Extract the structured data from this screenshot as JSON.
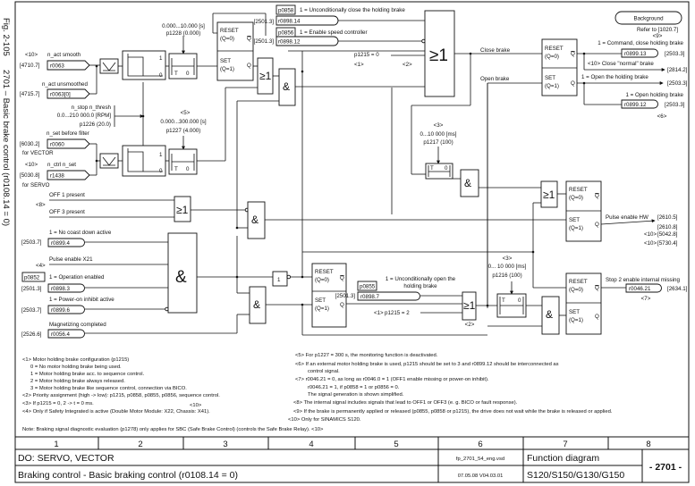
{
  "side": {
    "fig": "Fig. 2-105",
    "title": "2701 – Basic brake control (r0108.14 = 0)"
  },
  "inputs": {
    "n_act_smooth": {
      "note": "<10>",
      "label": "n_act smooth",
      "ref": "[4710.7]",
      "param": "r0063"
    },
    "n_act_unsmoothed": {
      "label": "n_act unsmoothed",
      "ref": "[4715.7]",
      "param": "r0063[0]"
    },
    "n_stop": {
      "label": "n_stop n_thresh",
      "range": "0.0...210 000.0 [RPM]",
      "param": "p1226 (20.0)"
    },
    "n_set": {
      "label": "n_set before filter",
      "ref": "[6030.2]",
      "param": "r0060",
      "for": "for VECTOR"
    },
    "n_ctrl": {
      "note": "<10>",
      "label": "n_ctrl n_set",
      "ref": "[5030.8]",
      "param": "r1438",
      "for": "for SERVO"
    },
    "off1": "OFF 1 present",
    "off3": "OFF 3 present",
    "off_note": "<8>",
    "coast": {
      "label": "1 = No coast down active",
      "ref": "[2503.7]",
      "param": "r0899.4"
    },
    "x21": {
      "note": "<4>",
      "label": "Pulse enable X21"
    },
    "op": {
      "p": "p0852",
      "label": "1 = Operation enabled",
      "ref": "[2501.3]",
      "param": "r0898.3"
    },
    "poi": {
      "label": "1 = Power-on inhibit active",
      "ref": "[2503.7]",
      "param": "r0899.6"
    },
    "mag": {
      "label": "Magnetizing completed",
      "ref": "[2526.6]",
      "param": "r0056.4"
    }
  },
  "timers": {
    "t1228": {
      "range": "0.000...10.000 [s]",
      "param": "p1228 (0.000)"
    },
    "t1227": {
      "note": "<5>",
      "range": "0.000...300.000 [s]",
      "param": "p1227 (4.000)"
    },
    "t1217": {
      "note": "<3>",
      "range": "0...10 000 [ms]",
      "param": "p1217 (100)"
    },
    "t1216": {
      "note": "<3>",
      "range": "0... 10 000 [ms]",
      "param": "p1216 (100)"
    },
    "T": "T",
    "zero": "0"
  },
  "top": {
    "p0858": "p0858",
    "p0858_label": "1 = Unconditionally close the holding brake",
    "ref1": "[2501.3]",
    "r0898_14": "r0898.14",
    "p0856": "p0856",
    "p0856_label": "1 = Enable speed controller",
    "ref2": "[2501.3]",
    "r0898_12": "r0898.12",
    "p1215_0": "p1215 = 0",
    "n1": "<1>",
    "n2": "<2>"
  },
  "gates": {
    "or": "≥1",
    "and": "&",
    "not": "1",
    "reset": "RESET",
    "reset_q": "(Q=0)",
    "set": "SET",
    "set_q": "(Q=1)",
    "q": "Q",
    "qbar": "Q",
    "hi": "1",
    "lo": "0"
  },
  "brake": {
    "close": "Close brake",
    "open": "Open brake",
    "background": "Background",
    "refer": "Refer to [1020.7]",
    "n9": "<9>",
    "cmd_close": "1 = Command, close holding brake",
    "r0899_13": "r0899.13",
    "ref_a": "[2503.3]",
    "close_normal": "<10> Close \"normal\" brake",
    "ref_b": "[2814.2]",
    "open_label": "1 = Open the holding brake",
    "ref_c": "[2503.3]",
    "open_hold": "1 = Open holding brake",
    "r0899_12": "r0899.12",
    "ref_d": "[2503.3]",
    "n6": "<6>"
  },
  "pulse": {
    "label": "Pulse enable HW",
    "refs": [
      "[2610.5]",
      "[2610.8]",
      "[5042.8]",
      "[5730.4]"
    ],
    "n10": "<10>"
  },
  "lower": {
    "p0855": "p0855",
    "p0855_label1": "1 = Unconditionally open the",
    "p0855_label2": "holding brake",
    "ref": "[2501.3]",
    "r0898_7": "r0898.7",
    "p1215_2": "p1215 = 2",
    "n1": "<1>",
    "n2": "<2>",
    "stop2": "Stop 2 enable internal missing",
    "r0046_21": "r0046.21",
    "ref_out": "[2634.1]",
    "n7": "<7>"
  },
  "notes": {
    "left": [
      "<1> Motor holding brake configuration (p1215)",
      "0 = No motor holding brake being used.",
      "1 = Motor holding brake acc. to sequence control.",
      "2 = Motor holding brake always released.",
      "3 = Motor holding brake like sequence control, connection via BICO.",
      "<2> Priority assignment (high -> low): p1215, p0858, p0855, p0856, sequence control.",
      "<3> If p1215 = 0, 2 -> t = 0 ms.",
      "<4> Only if Safety Integrated is active (Double Motor Module: X22, Chassis: X41)."
    ],
    "n10_mid": "<10>",
    "right": [
      "<5> For p1227 = 300 s, the monitoring function is deactivated.",
      "<6> If an external motor holding brake is used, p1215 should be set to 3 and r0899.12 should be interconnected as",
      "control signal.",
      "<7> r0046.21 = 0, as long as r0046.0 = 1 (OFF1 enable missing or power-on inhibit).",
      "r0046.21 = 1, if p0858 = 1 or p0856 = 0.",
      "The signal generation is shown simplified.",
      "<8> The internal signal includes signals that lead to OFF1 or OFF3 (e. g. BICO or fault response).",
      "<9> If the brake is permanently applied or released (p0855, p0858 or p1215), the drive does not wait while the brake is released or applied.",
      "<10> Only for SINAMICS S120."
    ],
    "footnote": "Note: Braking signal diagnostic evaluation (p1278) only applies for SBC (Safe Brake Control) (controls the Safe Brake Relay). <10>"
  },
  "footer": {
    "columns": [
      "1",
      "2",
      "3",
      "4",
      "5",
      "6",
      "7",
      "8"
    ],
    "do": "DO: SERVO, VECTOR",
    "title": "Braking control - Basic braking control (r0108.14 = 0)",
    "file": "fp_2701_54_eng.vsd",
    "date": "07.05.08  V04.03.01",
    "type": "Function diagram",
    "products": "S120/S150/G130/G150",
    "number": "- 2701 -"
  }
}
